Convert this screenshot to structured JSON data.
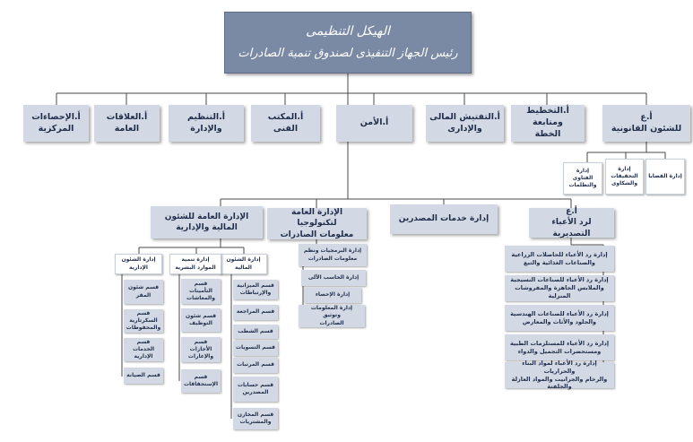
{
  "header": {
    "line1": "الهيكل التنظيمى",
    "line2": "رئيس الجهاز التنفيذى لصندوق تنمية الصادرات"
  },
  "level1": [
    "أ.ع\nللشئون القانونية",
    "أ.التخطيط ومتابعة\nالخطة",
    "أ.التفتيش المالى\nوالإدارى",
    "أ.الأمن",
    "أ.المكتب الفنى",
    "أ.التنظيم والإدارة",
    "أ.العلاقات العامة",
    "أ.الإحصاءات\nالمركزية"
  ],
  "legal_sub": [
    "إدارة القضايا",
    "إدارة التحقيقات\nوالشكاوى",
    "إدارة الفتاوى\nوالتظلمات"
  ],
  "level2": [
    "أ.ع\nلرد الأعباء التصديرية",
    "إدارة خدمات المصدرين",
    "الإدارة العامة لتكنولوجيا\nمعلومات الصادرات",
    "الإدارة العامة للشئون\nالمالية والإدارية"
  ],
  "rebate_depts": [
    "إدارة رد الأعباء للحاصلات الزراعية\nوالصناعات الغذائية والتبغ",
    "إدارة رد الأعباء للصناعات النسيجية\nوالملابس الجاهزة والمفروشات المنزلية",
    "إدارة رد الأعباء للصناعات الهندسية\nوالجلود والأثاث والمعارض",
    "إدارة رد الأعباء للمستلزمات الطبية\nومستحضرات التجميل والدواء",
    "إدارة رد الأعباء لمواد البناء والحراريات\nوالرخام والجرانيت والمواد العازلة والجلفنة"
  ],
  "it_depts": [
    "إدارة البرمجيات ونظم\nمعلومات الصادرات",
    "إدارة الحاسب الآلى",
    "إدارة الإحصاء",
    "إدارة المعلومات وتوثيق\nالصادرات"
  ],
  "finance_sub": [
    "إدارة الشئون\nالمالية",
    "إدارة تنمية\nالموارد البشرية",
    "إدارة الشئون\nالإدارية"
  ],
  "financial_sections": [
    "قسم الميزانية\nوالإرتباطات",
    "قسم المراجعة",
    "قسم الشطب",
    "قسم التسويات",
    "قسم المرتبات",
    "قسم حسابات\nالمصدرين",
    "قسم المخازن\nوالمشتريات"
  ],
  "hr_sections": [
    "قسم التأمينات\nوالمعاشات",
    "قسم شئون\nالتوظيف",
    "قسم الأجازات\nوالإعارات",
    "قسم\nالإستحقاقات"
  ],
  "admin_sections": [
    "قسم شئون\nالمقر",
    "قسم السكرتارية\nوالمحفوظات",
    "قسم الخدمات\nالإدارية",
    "قسم الصيانة"
  ]
}
